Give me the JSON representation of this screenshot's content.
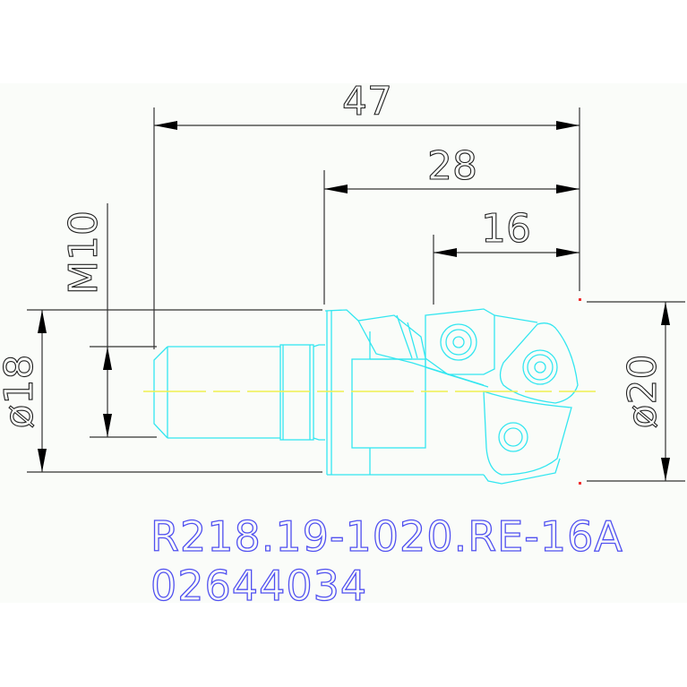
{
  "drawing": {
    "dimensions": {
      "overall_length": "47",
      "head_length": "28",
      "insert_length": "16",
      "thread": "M10",
      "shank_diameter": "ø18",
      "cutting_diameter": "ø20"
    },
    "part_code": "R218.19-1020.RE-16A",
    "part_number": "02644034",
    "colors": {
      "part_outline": "#33e6f0",
      "centerline": "#f0f050",
      "dimension": "#333333",
      "text": "#5050f0"
    }
  }
}
